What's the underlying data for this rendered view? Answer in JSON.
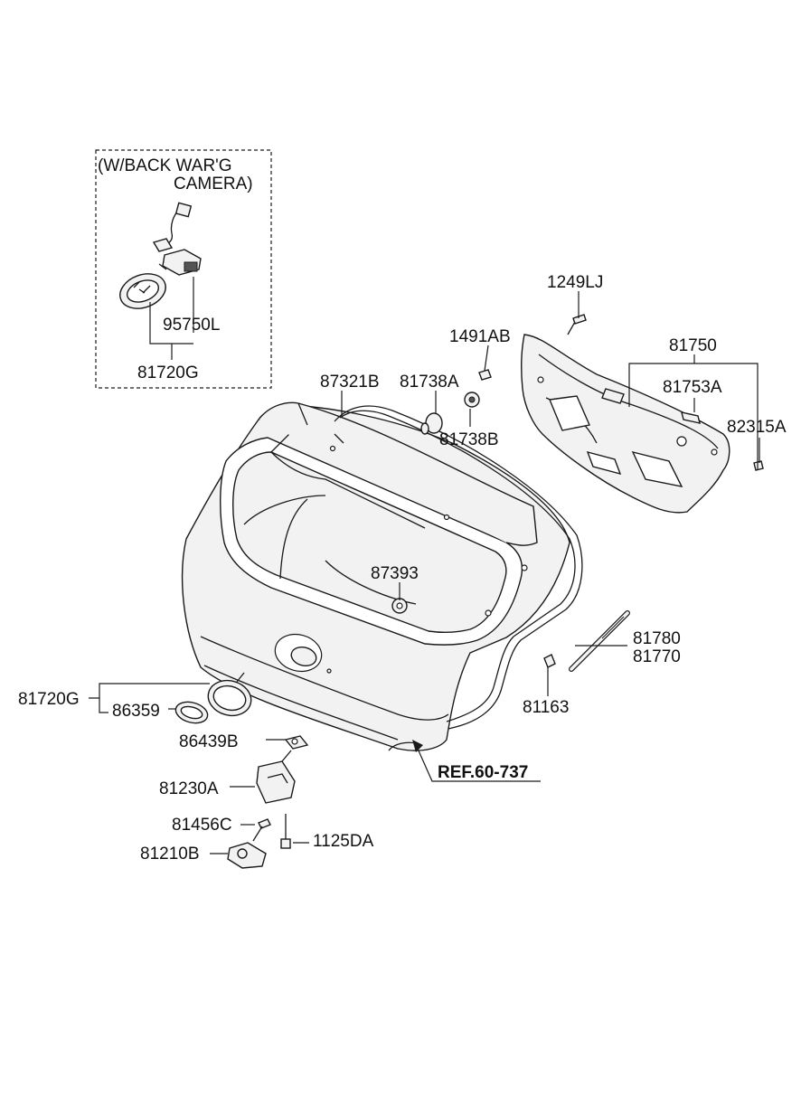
{
  "inset": {
    "title_line1": "(W/BACK WAR'G",
    "title_line2": "CAMERA)",
    "labels": {
      "camera": "95750L",
      "emblem": "81720G"
    }
  },
  "labels": {
    "bolt_top": "1249LJ",
    "clip_1491": "1491AB",
    "trim_panel": "81750",
    "trim_clip": "81753A",
    "trim_fastener": "82315A",
    "weatherstrip": "87321B",
    "bumper_a": "81738A",
    "bumper_b": "81738B",
    "nut": "87393",
    "lift_1": "81780",
    "lift_2": "81770",
    "lift_bracket": "81163",
    "emblem": "81720G",
    "emblem_inner": "86359",
    "grommet": "86439B",
    "latch": "81230A",
    "screw": "81456C",
    "switch": "81210B",
    "bolt_bottom": "1125DA",
    "ref": "REF.60-737"
  }
}
